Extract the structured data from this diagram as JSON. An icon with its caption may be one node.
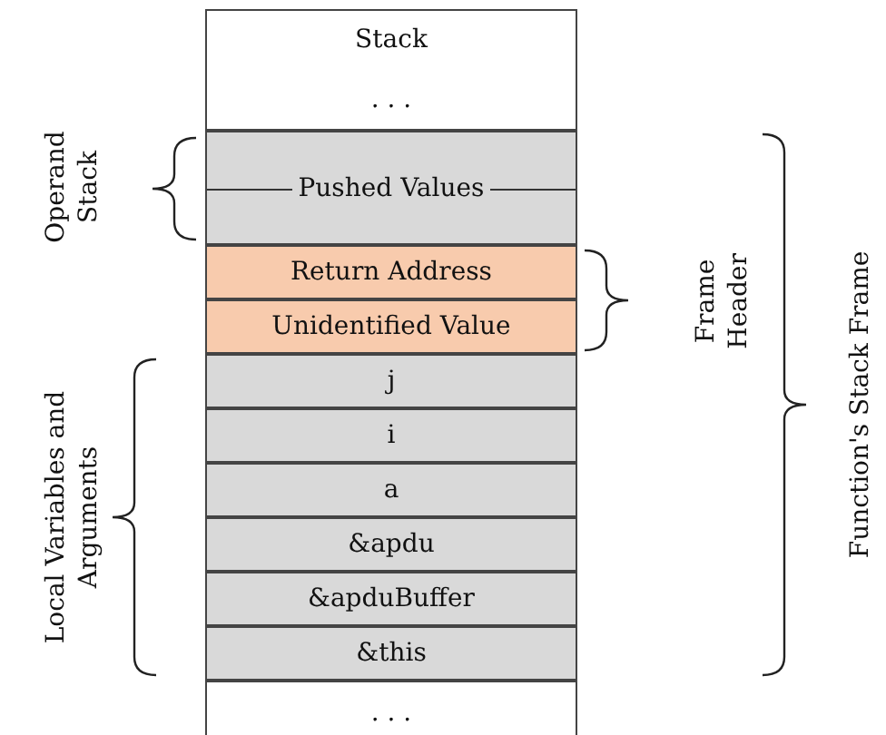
{
  "diagram": {
    "nodes": [
      {
        "text": [
          "Stack",
          ". . ."
        ]
      },
      {
        "text": [
          "Pushed Values"
        ]
      },
      {
        "text": [
          "Return Address"
        ]
      },
      {
        "text": [
          "Unidentified Value"
        ]
      },
      {
        "text": [
          "j"
        ]
      },
      {
        "text": [
          "i"
        ]
      },
      {
        "text": [
          "a"
        ]
      },
      {
        "text": [
          "&apdu"
        ]
      },
      {
        "text": [
          "&apduBuffer"
        ]
      },
      {
        "text": [
          "&this"
        ]
      },
      {
        "text": [
          ". . ."
        ]
      }
    ],
    "edges": [],
    "labels": [
      "Operand Stack",
      "Frame Header",
      "Local Variables and Arguments",
      "Function's Stack Frame"
    ]
  }
}
